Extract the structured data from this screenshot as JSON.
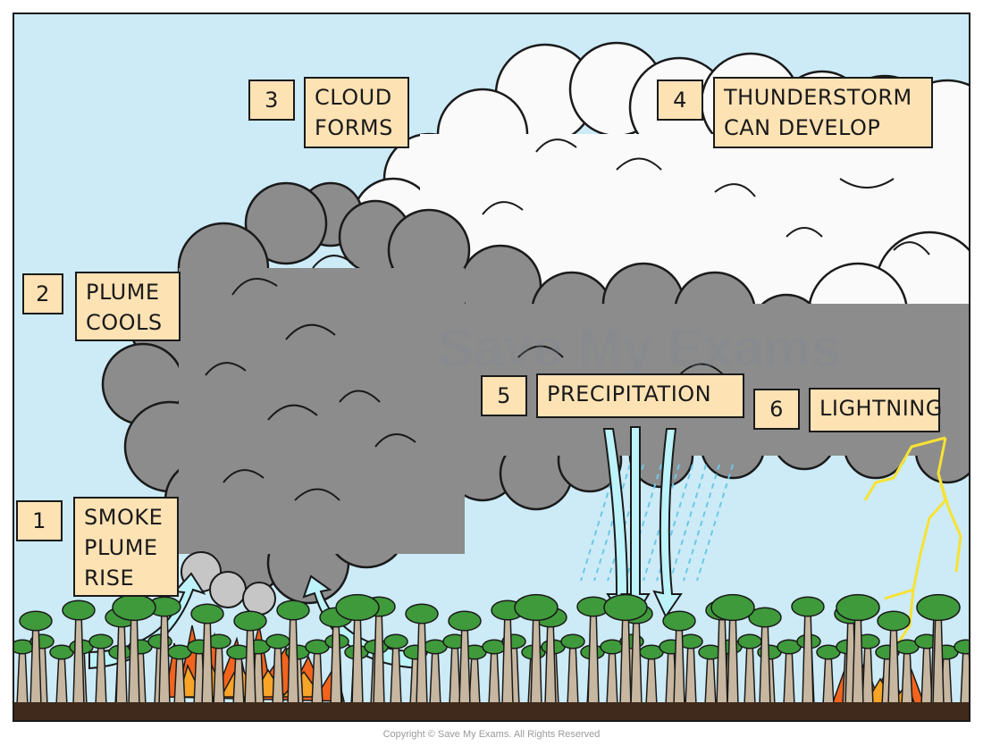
{
  "steps": [
    {
      "number": "1",
      "lines": [
        "SMOKE",
        "PLUME",
        "RISE"
      ]
    },
    {
      "number": "2",
      "lines": [
        "PLUME",
        "COOLS"
      ]
    },
    {
      "number": "3",
      "lines": [
        "CLOUD",
        "FORMS"
      ]
    },
    {
      "number": "4",
      "lines": [
        "THUNDERSTORM",
        "CAN DEVELOP"
      ]
    },
    {
      "number": "5",
      "lines": [
        "PRECIPITATION"
      ]
    },
    {
      "number": "6",
      "lines": [
        "LIGHTNING"
      ]
    }
  ],
  "watermark": "Save My Exams",
  "copyright": "Copyright © Save My Exams. All Rights Reserved",
  "colors": {
    "sky": "#ccebf7",
    "label_fill": "#fde2b4",
    "smoke": "#8c8c8c",
    "smoke_light": "#c6c6c6",
    "cloud": "#fafafa",
    "arrow": "#bdf3fb",
    "rain": "#6cc8e8",
    "lightning": "#f7e233",
    "fire": "#f2641d",
    "tree_crown": "#3f9a3b",
    "ground": "#3f2a1c"
  },
  "icons": [
    "rising-arrow",
    "falling-arrow",
    "rain-streaks",
    "lightning-bolt",
    "fire",
    "tree"
  ]
}
